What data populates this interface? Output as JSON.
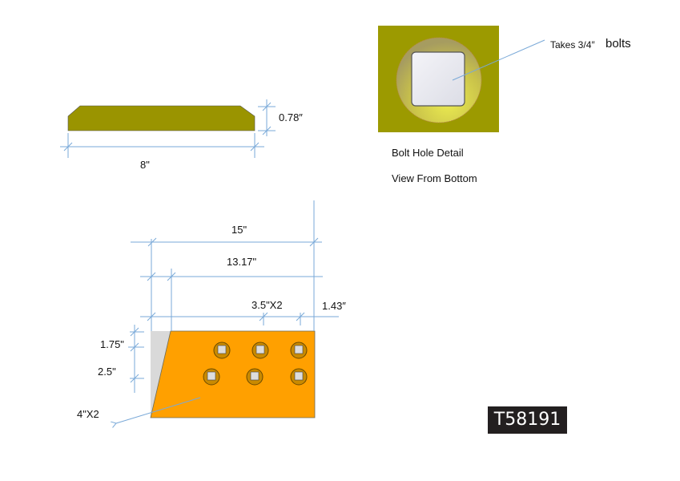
{
  "side_view": {
    "thickness_label": "0.78″",
    "length_label": "8\""
  },
  "bolt_detail": {
    "callout": "Takes 3/4″",
    "callout_suffix": "bolts",
    "title": "Bolt Hole Detail",
    "subtitle": "View From Bottom"
  },
  "plan_view": {
    "overall_length": "15\"",
    "edge_length": "13.17\"",
    "hole_spacing": "3.5\"X2",
    "end_offset": "1.43″",
    "row1_offset": "1.75\"",
    "row_spacing": "2.5\"",
    "chamfer": "4\"X2"
  },
  "part_number": "T58191",
  "colors": {
    "side": "#9a9400",
    "plate": "#ffa000",
    "bevel": "#d9d9d9",
    "dimension": "#7aa9d8"
  }
}
